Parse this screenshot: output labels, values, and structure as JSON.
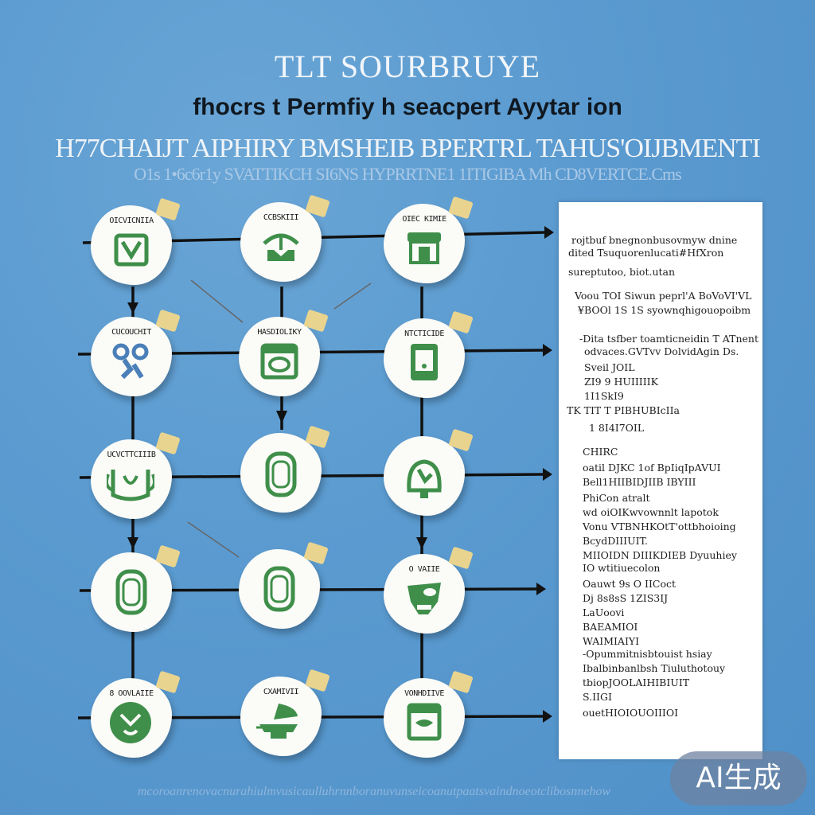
{
  "header": {
    "title": "TLT SOURBRUYE",
    "subtitle": "fhocrs t Permfiy h seacpert Ayytar ion",
    "headline": "H77CHAIJT AIPHIRY BMSHEIB BPERTRL TAHUS'OIJBMENTI",
    "subline": "O1s 1•6c6r1y SVATTIKCH SI6NS HYPRRTNE1 1ITIGIBA Mh CD8VERTCE.Cms"
  },
  "nodes": [
    {
      "id": "n1",
      "label": "OICVICNIIA",
      "icon": "bag-icon"
    },
    {
      "id": "n2",
      "label": "CCBSKIII",
      "icon": "mushroom-icon"
    },
    {
      "id": "n3",
      "label": "OIEC KIMIE",
      "icon": "tooth-icon"
    },
    {
      "id": "n4",
      "label": "CUCOUCHIT",
      "icon": "cluster-icon"
    },
    {
      "id": "n5",
      "label": "HASDIOLIKY",
      "icon": "radio-icon"
    },
    {
      "id": "n6",
      "label": "NTCTICIDE",
      "icon": "phone-icon"
    },
    {
      "id": "n7",
      "label": "UCVCTTCIIIB",
      "icon": "cup-icon"
    },
    {
      "id": "n8",
      "label": "",
      "icon": "capsule-icon"
    },
    {
      "id": "n9",
      "label": "",
      "icon": "bell-icon"
    },
    {
      "id": "n10",
      "label": "",
      "icon": "capsule-icon"
    },
    {
      "id": "n11",
      "label": "",
      "icon": "capsule-icon"
    },
    {
      "id": "n12",
      "label": "O VAIIE",
      "icon": "mask-icon"
    },
    {
      "id": "n13",
      "label": "8 OOVLAIIE",
      "icon": "orb-icon"
    },
    {
      "id": "n14",
      "label": "CXAMIVII",
      "icon": "scale-icon"
    },
    {
      "id": "n15",
      "label": "VONHDIIVE",
      "icon": "box-icon"
    }
  ],
  "panel": {
    "lines": [
      "rojtbuf bnegnonbusovmyw dnine",
      "dited Tsuquorenlucati#HfXron",
      "sureptutoo, biot.utan",
      "",
      "Voou TOI Siwun peprl'A BoVoVI'VL",
      "¥BOOl 1S 1S syownqhigouopoibm",
      "",
      "-Dita tsfber toamticneidin T ATnent",
      "odvaces.GVTvv DolvidAgin Ds.",
      "Sveil JOIL",
      "ZI9 9 HUIIIIIK",
      "1I1SkI9",
      "TK TIT T PIBHUBIcIIa",
      "1 8I4I7OIL",
      "",
      "CHIRC",
      "oatil DJKC 1of BpIiqIpAVUI",
      "Bell1HIIBIDJIIB IBYIII",
      "PhiCon atralt",
      "wd oiOIKwvownnlt lapotok",
      "Vonu VTBNHKOtT'ottbhoioing",
      "BcydDIIIUIT.",
      "MIIOIDN DIIIKDIEB Dyuuhiey",
      "IO wtitiuecolon",
      "Oauwt 9s O IICoct",
      "Dj 8s8sS 1ZIS3IJ",
      "LaUoovi",
      "BAEAMIOI",
      "WAIMIAIYI",
      "-Opummitnisbtouist hsiay",
      "Ibalbinbanlbsh Tiuluthotouy",
      "tbiopJOOLAIHIBIUIT",
      "S.IIGI",
      "ouetHIOIOUOIIIOI"
    ]
  },
  "footer": {
    "text": "mcoroanrenovacnurahiulmvusicaulluhrnnboranuvunseicoanutpaatsvaindnoeotclibosnnehow"
  },
  "badge": {
    "text": "AI生成"
  },
  "colors": {
    "background": "#5b9bd0",
    "icon_green": "#3f8f4a",
    "node_fill": "#fbfbf8",
    "tab": "#e9d48f"
  }
}
